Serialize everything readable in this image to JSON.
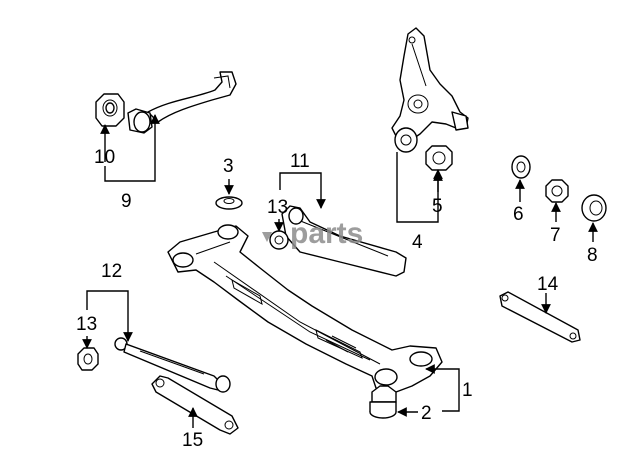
{
  "callouts": {
    "c1": "1",
    "c2": "2",
    "c3": "3",
    "c4": "4",
    "c5": "5",
    "c6": "6",
    "c7": "7",
    "c8": "8",
    "c9": "9",
    "c10": "10",
    "c11": "11",
    "c12": "12",
    "c13a": "13",
    "c13b": "13",
    "c14": "14",
    "c15": "15"
  },
  "watermark": "parts"
}
